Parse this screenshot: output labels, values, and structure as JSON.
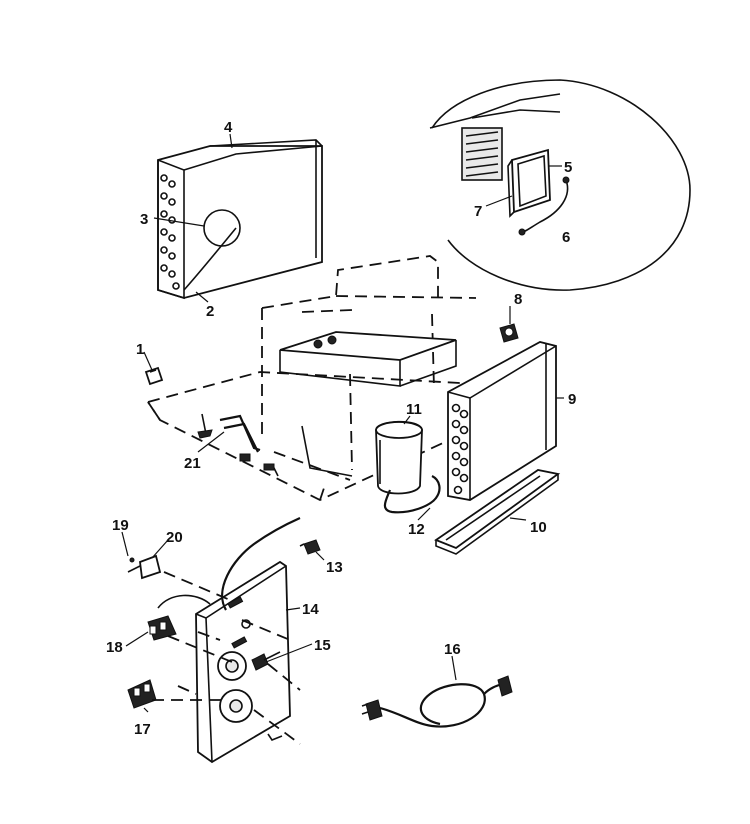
{
  "diagram": {
    "callouts": [
      {
        "key": "c1",
        "label": "1"
      },
      {
        "key": "c2",
        "label": "2"
      },
      {
        "key": "c3",
        "label": "3"
      },
      {
        "key": "c4",
        "label": "4"
      },
      {
        "key": "c5",
        "label": "5"
      },
      {
        "key": "c6",
        "label": "6"
      },
      {
        "key": "c7",
        "label": "7"
      },
      {
        "key": "c8",
        "label": "8"
      },
      {
        "key": "c9",
        "label": "9"
      },
      {
        "key": "c10",
        "label": "10"
      },
      {
        "key": "c11",
        "label": "11"
      },
      {
        "key": "c12",
        "label": "12"
      },
      {
        "key": "c13",
        "label": "13"
      },
      {
        "key": "c14",
        "label": "14"
      },
      {
        "key": "c15",
        "label": "15"
      },
      {
        "key": "c16",
        "label": "16"
      },
      {
        "key": "c17",
        "label": "17"
      },
      {
        "key": "c18",
        "label": "18"
      },
      {
        "key": "c19",
        "label": "19"
      },
      {
        "key": "c20",
        "label": "20"
      },
      {
        "key": "c21",
        "label": "21"
      }
    ]
  }
}
